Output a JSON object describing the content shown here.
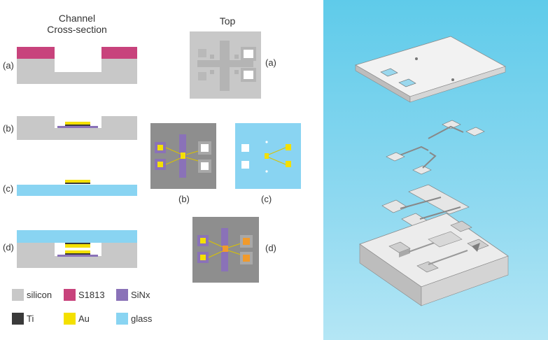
{
  "headings": {
    "channel_line1": "Channel",
    "channel_line2": "Cross-section",
    "top": "Top"
  },
  "step_labels": [
    "(a)",
    "(b)",
    "(c)",
    "(d)"
  ],
  "top_labels": {
    "a": "(a)",
    "b": "(b)",
    "c": "(c)",
    "d": "(d)"
  },
  "legend": [
    {
      "label": "silicon",
      "color": "#c8c8c8"
    },
    {
      "label": "S1813",
      "color": "#c8437c"
    },
    {
      "label": "SiNx",
      "color": "#8a72b8"
    },
    {
      "label": "Ti",
      "color": "#3a3a3a"
    },
    {
      "label": "Au",
      "color": "#f4e000"
    },
    {
      "label": "glass",
      "color": "#89d4f2"
    }
  ],
  "colors": {
    "silicon": "#c8c8c8",
    "s1813": "#c8437c",
    "sinx": "#8a72b8",
    "ti": "#3a3a3a",
    "au": "#f4e000",
    "glass": "#89d4f2",
    "orange": "#f19a2b",
    "dark_chip": "#8e8e8e",
    "panel_top": "#5fcbea",
    "panel_bottom": "#b4e6f5"
  }
}
